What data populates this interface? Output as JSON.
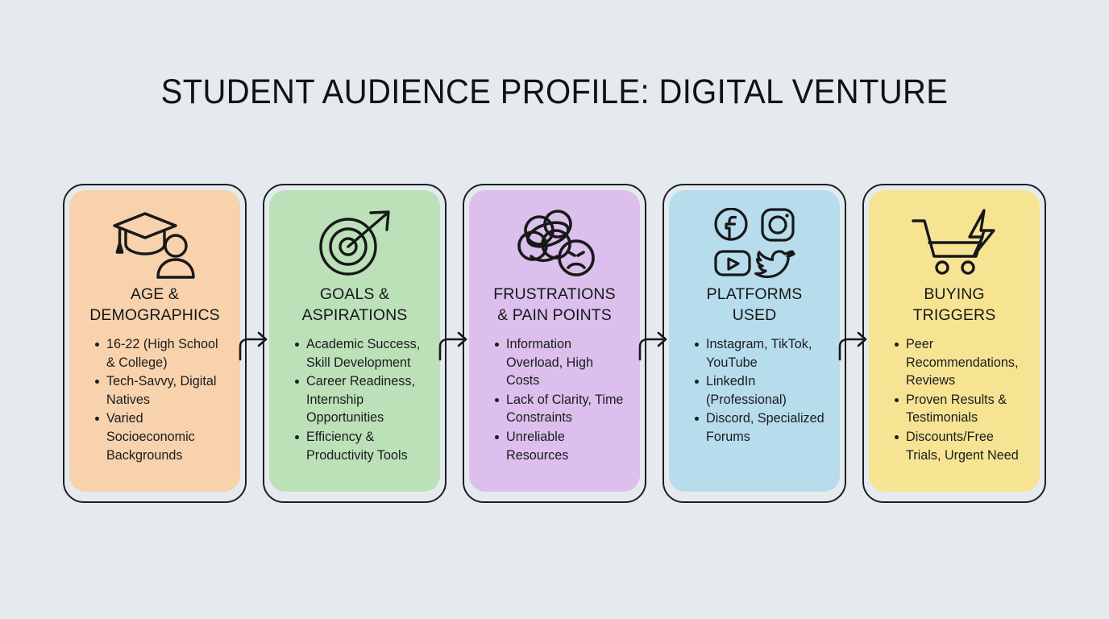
{
  "page": {
    "title": "STUDENT AUDIENCE PROFILE: DIGITAL VENTURE",
    "background_color": "#E4EAEE",
    "ink_color": "#1D1F22"
  },
  "cards": [
    {
      "id": "age-demographics",
      "icon": "graduation-cap-person-icon",
      "title_line1": "AGE &",
      "title_line2": "DEMOGRAPHICS",
      "color": "#F8D2AC",
      "points": [
        "16-22 (High School & College)",
        "Tech-Savvy, Digital Natives",
        "Varied Socioeconomic Backgrounds"
      ]
    },
    {
      "id": "goals-aspirations",
      "icon": "target-arrow-icon",
      "title_line1": "GOALS &",
      "title_line2": "ASPIRATIONS",
      "color": "#BCE0B8",
      "points": [
        "Academic Success, Skill Development",
        "Career Readiness, Internship Opportunities",
        "Efficiency & Productivity Tools"
      ]
    },
    {
      "id": "frustrations-pain-points",
      "icon": "tangled-scribble-sad-face-icon",
      "title_line1": "FRUSTRATIONS",
      "title_line2": "& PAIN POINTS",
      "color": "#DCBFEC",
      "points": [
        "Information Overload, High Costs",
        "Lack of Clarity, Time Constraints",
        "Unreliable Resources"
      ]
    },
    {
      "id": "platforms-used",
      "icon": "social-media-logos-icon",
      "title_line1": "PLATFORMS",
      "title_line2": "USED",
      "color": "#B7DCEB",
      "points": [
        "Instagram, TikTok, YouTube",
        "LinkedIn (Professional)",
        "Discord, Specialized Forums"
      ]
    },
    {
      "id": "buying-triggers",
      "icon": "shopping-cart-lightning-icon",
      "title_line1": "BUYING",
      "title_line2": "TRIGGERS",
      "color": "#F7E493",
      "points": [
        "Peer Recommendations, Reviews",
        "Proven Results & Testimonials",
        "Discounts/Free Trials, Urgent Need"
      ]
    }
  ],
  "connectors": [
    {
      "id": "connector-1",
      "icon": "curved-arrow-right-icon"
    },
    {
      "id": "connector-2",
      "icon": "curved-arrow-right-icon"
    },
    {
      "id": "connector-3",
      "icon": "curved-arrow-right-icon"
    },
    {
      "id": "connector-4",
      "icon": "curved-arrow-right-icon"
    }
  ]
}
